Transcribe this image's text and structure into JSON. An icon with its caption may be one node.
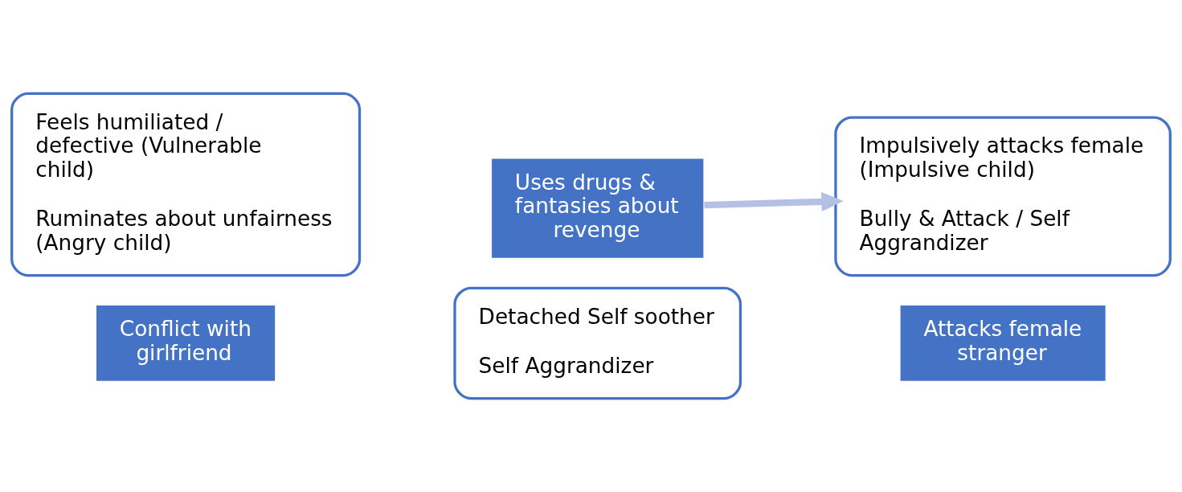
{
  "diagram": {
    "nodes": [
      {
        "text": [
          "Feels humiliated / defective (Vulnerable child)",
          "Ruminates about unfairness (Angry child)"
        ]
      },
      {
        "text": [
          "Conflict with girlfriend"
        ]
      },
      {
        "text": [
          "Uses drugs & fantasies about revenge"
        ]
      },
      {
        "text": [
          "Detached Self soother",
          "Self Aggrandizer"
        ]
      },
      {
        "text": [
          "Impulsively attacks female (Impulsive child)",
          "Bully & Attack / Self Aggrandizer"
        ]
      },
      {
        "text": [
          "Attacks female stranger"
        ]
      }
    ],
    "edges": [
      {
        "from": 2,
        "to": 4,
        "arrow": "to",
        "color": "#b4c0e4"
      }
    ]
  }
}
